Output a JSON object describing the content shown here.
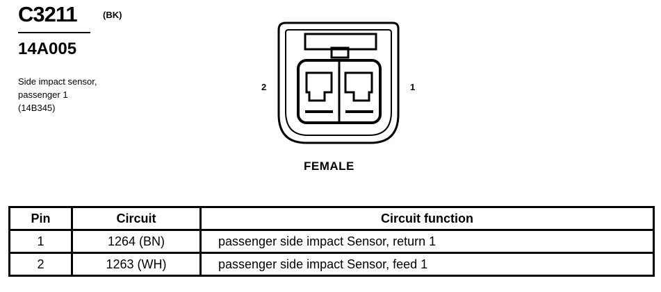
{
  "connector": {
    "id": "C3211",
    "color_code": "(BK)",
    "harness": "14A005",
    "description_lines": [
      "Side impact sensor,",
      "passenger 1",
      "(14B345)"
    ],
    "gender": "FEMALE",
    "pin_labels": {
      "left": "2",
      "right": "1"
    }
  },
  "table": {
    "headers": [
      "Pin",
      "Circuit",
      "Circuit function"
    ],
    "rows": [
      {
        "pin": "1",
        "circuit": "1264 (BN)",
        "function": "passenger side impact Sensor, return 1"
      },
      {
        "pin": "2",
        "circuit": "1263 (WH)",
        "function": "passenger side impact Sensor, feed 1"
      }
    ]
  }
}
